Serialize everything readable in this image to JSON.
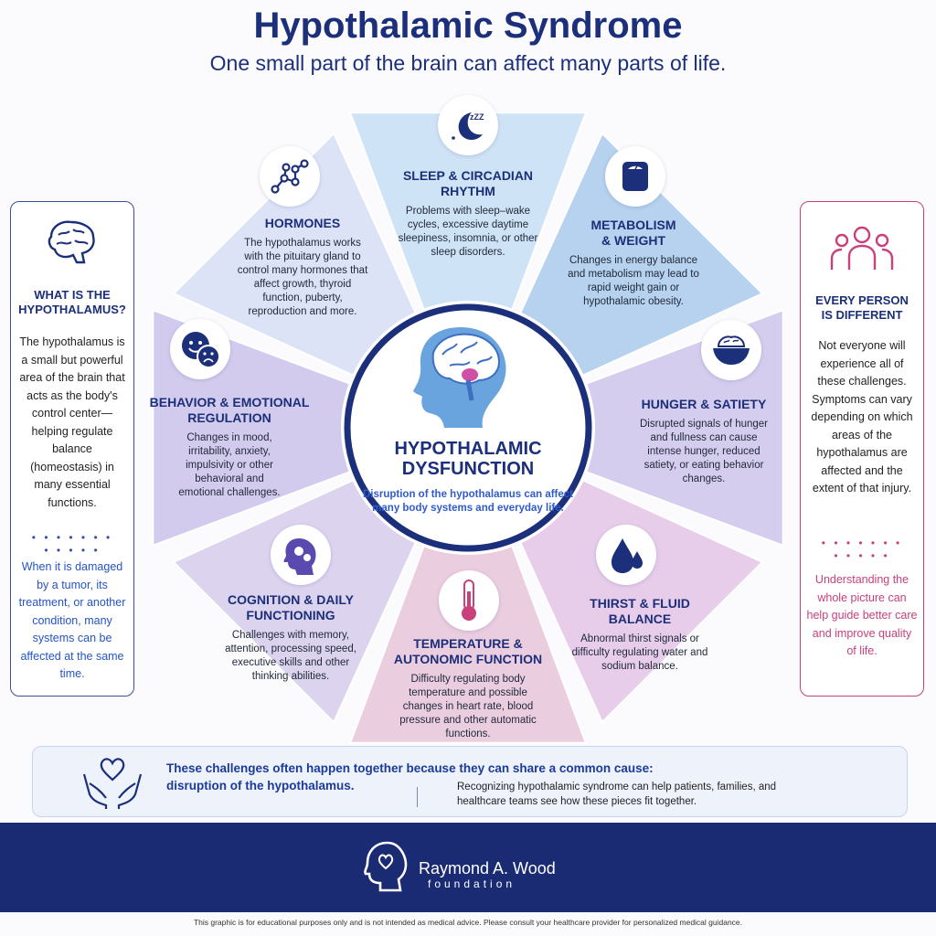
{
  "header": {
    "title": "Hypothalamic Syndrome",
    "subtitle": "One small part of the brain can affect many parts of life."
  },
  "center": {
    "title": "HYPOTHALAMIC DYSFUNCTION",
    "description": "Disruption of the hypothalamus can affect many body systems and everyday life."
  },
  "segments": [
    {
      "title": "SLEEP & CIRCADIAN RHYTHM",
      "description": "Problems with sleep–wake cycles, excessive daytime sleepiness, insomnia, or other sleep disorders.",
      "icon": "moon-icon",
      "color": "#cfe3f6"
    },
    {
      "title": "METABOLISM & WEIGHT",
      "description": "Changes in energy balance and metabolism may lead to rapid weight gain or hypothalamic obesity.",
      "icon": "scale-icon",
      "color": "#b6d2ef"
    },
    {
      "title": "HUNGER & SATIETY",
      "description": "Disrupted signals of hunger and fullness can cause intense hunger, reduced satiety, or eating behavior changes.",
      "icon": "bowl-icon",
      "color": "#d5cdee"
    },
    {
      "title": "THIRST & FLUID BALANCE",
      "description": "Abnormal thirst signals or difficulty regulating water and sodium balance.",
      "icon": "droplet-icon",
      "color": "#e7cdea"
    },
    {
      "title": "TEMPERATURE & AUTONOMIC FUNCTION",
      "description": "Difficulty regulating body temperature and possible changes in heart rate, blood pressure and other automatic functions.",
      "icon": "thermometer-icon",
      "color": "#ebcde0"
    },
    {
      "title": "COGNITION & DAILY FUNCTIONING",
      "description": "Challenges with memory, attention, processing speed, executive skills and other thinking abilities.",
      "icon": "head-gears-icon",
      "color": "#dcd3ef"
    },
    {
      "title": "BEHAVIOR & EMOTIONAL REGULATION",
      "description": "Changes in mood, irritability, anxiety, impulsivity or other behavioral and emotional challenges.",
      "icon": "faces-icon",
      "color": "#d2cbee"
    },
    {
      "title": "HORMONES",
      "description": "The hypothalamus works with the pituitary gland to control many hormones that affect growth, thyroid function, puberty, reproduction and more.",
      "icon": "molecule-icon",
      "color": "#dde3f7"
    }
  ],
  "left_box": {
    "title": "WHAT IS THE HYPOTHALAMUS?",
    "text": "The hypothalamus is a small but powerful area of the brain that acts as the body's control center—helping regulate balance (homeostasis) in many essential functions.",
    "dots": "• • • • • • • • • • • •",
    "note": "When it is damaged by a tumor, its treatment, or another condition, many systems can be affected at the same time."
  },
  "right_box": {
    "title": "EVERY PERSON IS DIFFERENT",
    "text": "Not everyone will experience all of these challenges. Symptoms can vary depending on which areas of the hypothalamus are affected and the extent of that injury.",
    "dots": "• • • • • • • • • • • •",
    "note": "Understanding the whole picture can help guide better care and improve quality of life."
  },
  "bottom": {
    "main": "These challenges often happen together because they can share a common cause: disruption of the hypothalamus.",
    "sub": "Recognizing hypothalamic syndrome can help patients, families, and healthcare teams see how these pieces fit together."
  },
  "footer": {
    "logo_name": "Raymond A. Wood",
    "logo_sub": "foundation",
    "disclaimer": "This graphic is for educational purposes only and is not intended as medical advice. Please consult your healthcare provider for personalized medical guidance."
  },
  "colors": {
    "navy": "#1b2f7a",
    "pink": "#c9407a",
    "blue_text": "#2f5bd0"
  }
}
